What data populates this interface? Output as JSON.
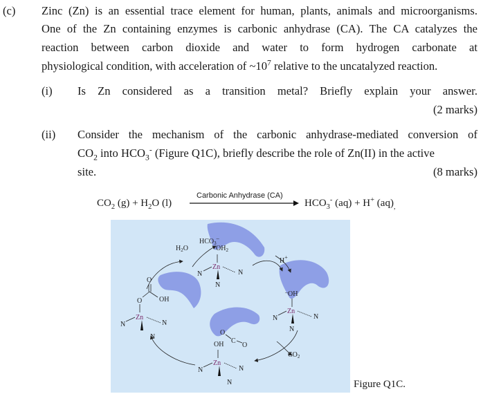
{
  "part_c": {
    "label": "(c)",
    "lines": [
      "Zinc (Zn) is an essential trace element for human, plants, animals and microorganisms.",
      "One of the Zn containing enzymes is carbonic anhydrase (CA). The CA catalyzes the",
      "reaction between carbon dioxide and water to form hydrogen carbonate at",
      "physiological condition, with acceleration of ~10",
      "7",
      " relative to the uncatalyzed reaction."
    ]
  },
  "part_i": {
    "label": "(i)",
    "text": "Is Zn considered as a transition metal? Briefly explain your answer.",
    "marks": "(2 marks)"
  },
  "part_ii": {
    "label": "(ii)",
    "line1": "Consider the mechanism of the carbonic anhydrase-mediated conversion of",
    "line2_a": "CO",
    "line2_b": "2",
    "line2_c": " into HCO",
    "line2_d": "3",
    "line2_e": "-",
    "line2_f": " (Figure Q1C), briefly describe the role of Zn(II) in the active",
    "line3": "site.",
    "marks": "(8 marks)"
  },
  "equation": {
    "catalyst": "Carbonic Anhydrase (CA)",
    "left_co2": "CO",
    "left_co2_sub": "2",
    "left_co2_state": " (g) + H",
    "left_h2o_sub": "2",
    "left_h2o_state": "O (l)",
    "right_hco3": "HCO",
    "right_hco3_sub": "3",
    "right_hco3_sup": "-",
    "right_rest": " (aq)  +  H",
    "right_h_sup": "+",
    "right_end": " (aq)",
    "comma": ","
  },
  "figure": {
    "caption": "Figure Q1C.",
    "labels": {
      "hco3": "HCO",
      "hco3_sub": "3",
      "hco3_sup": "–",
      "h2o": "H",
      "h2o_sub": "2",
      "h2o_o": "O",
      "oh2": "OH",
      "oh2_sub": "2",
      "zn": "Zn",
      "n": "N",
      "h_plus": "H",
      "h_plus_sup": "+",
      "oh_minus_sup": "–",
      "oh": "OH",
      "co2": "CO",
      "co2_sub": "2",
      "o": "O",
      "c": "C"
    },
    "colors": {
      "panel_bg": "#d2e6f7",
      "blob": "#8e9fe6",
      "zn": "#7a2a6a"
    }
  }
}
